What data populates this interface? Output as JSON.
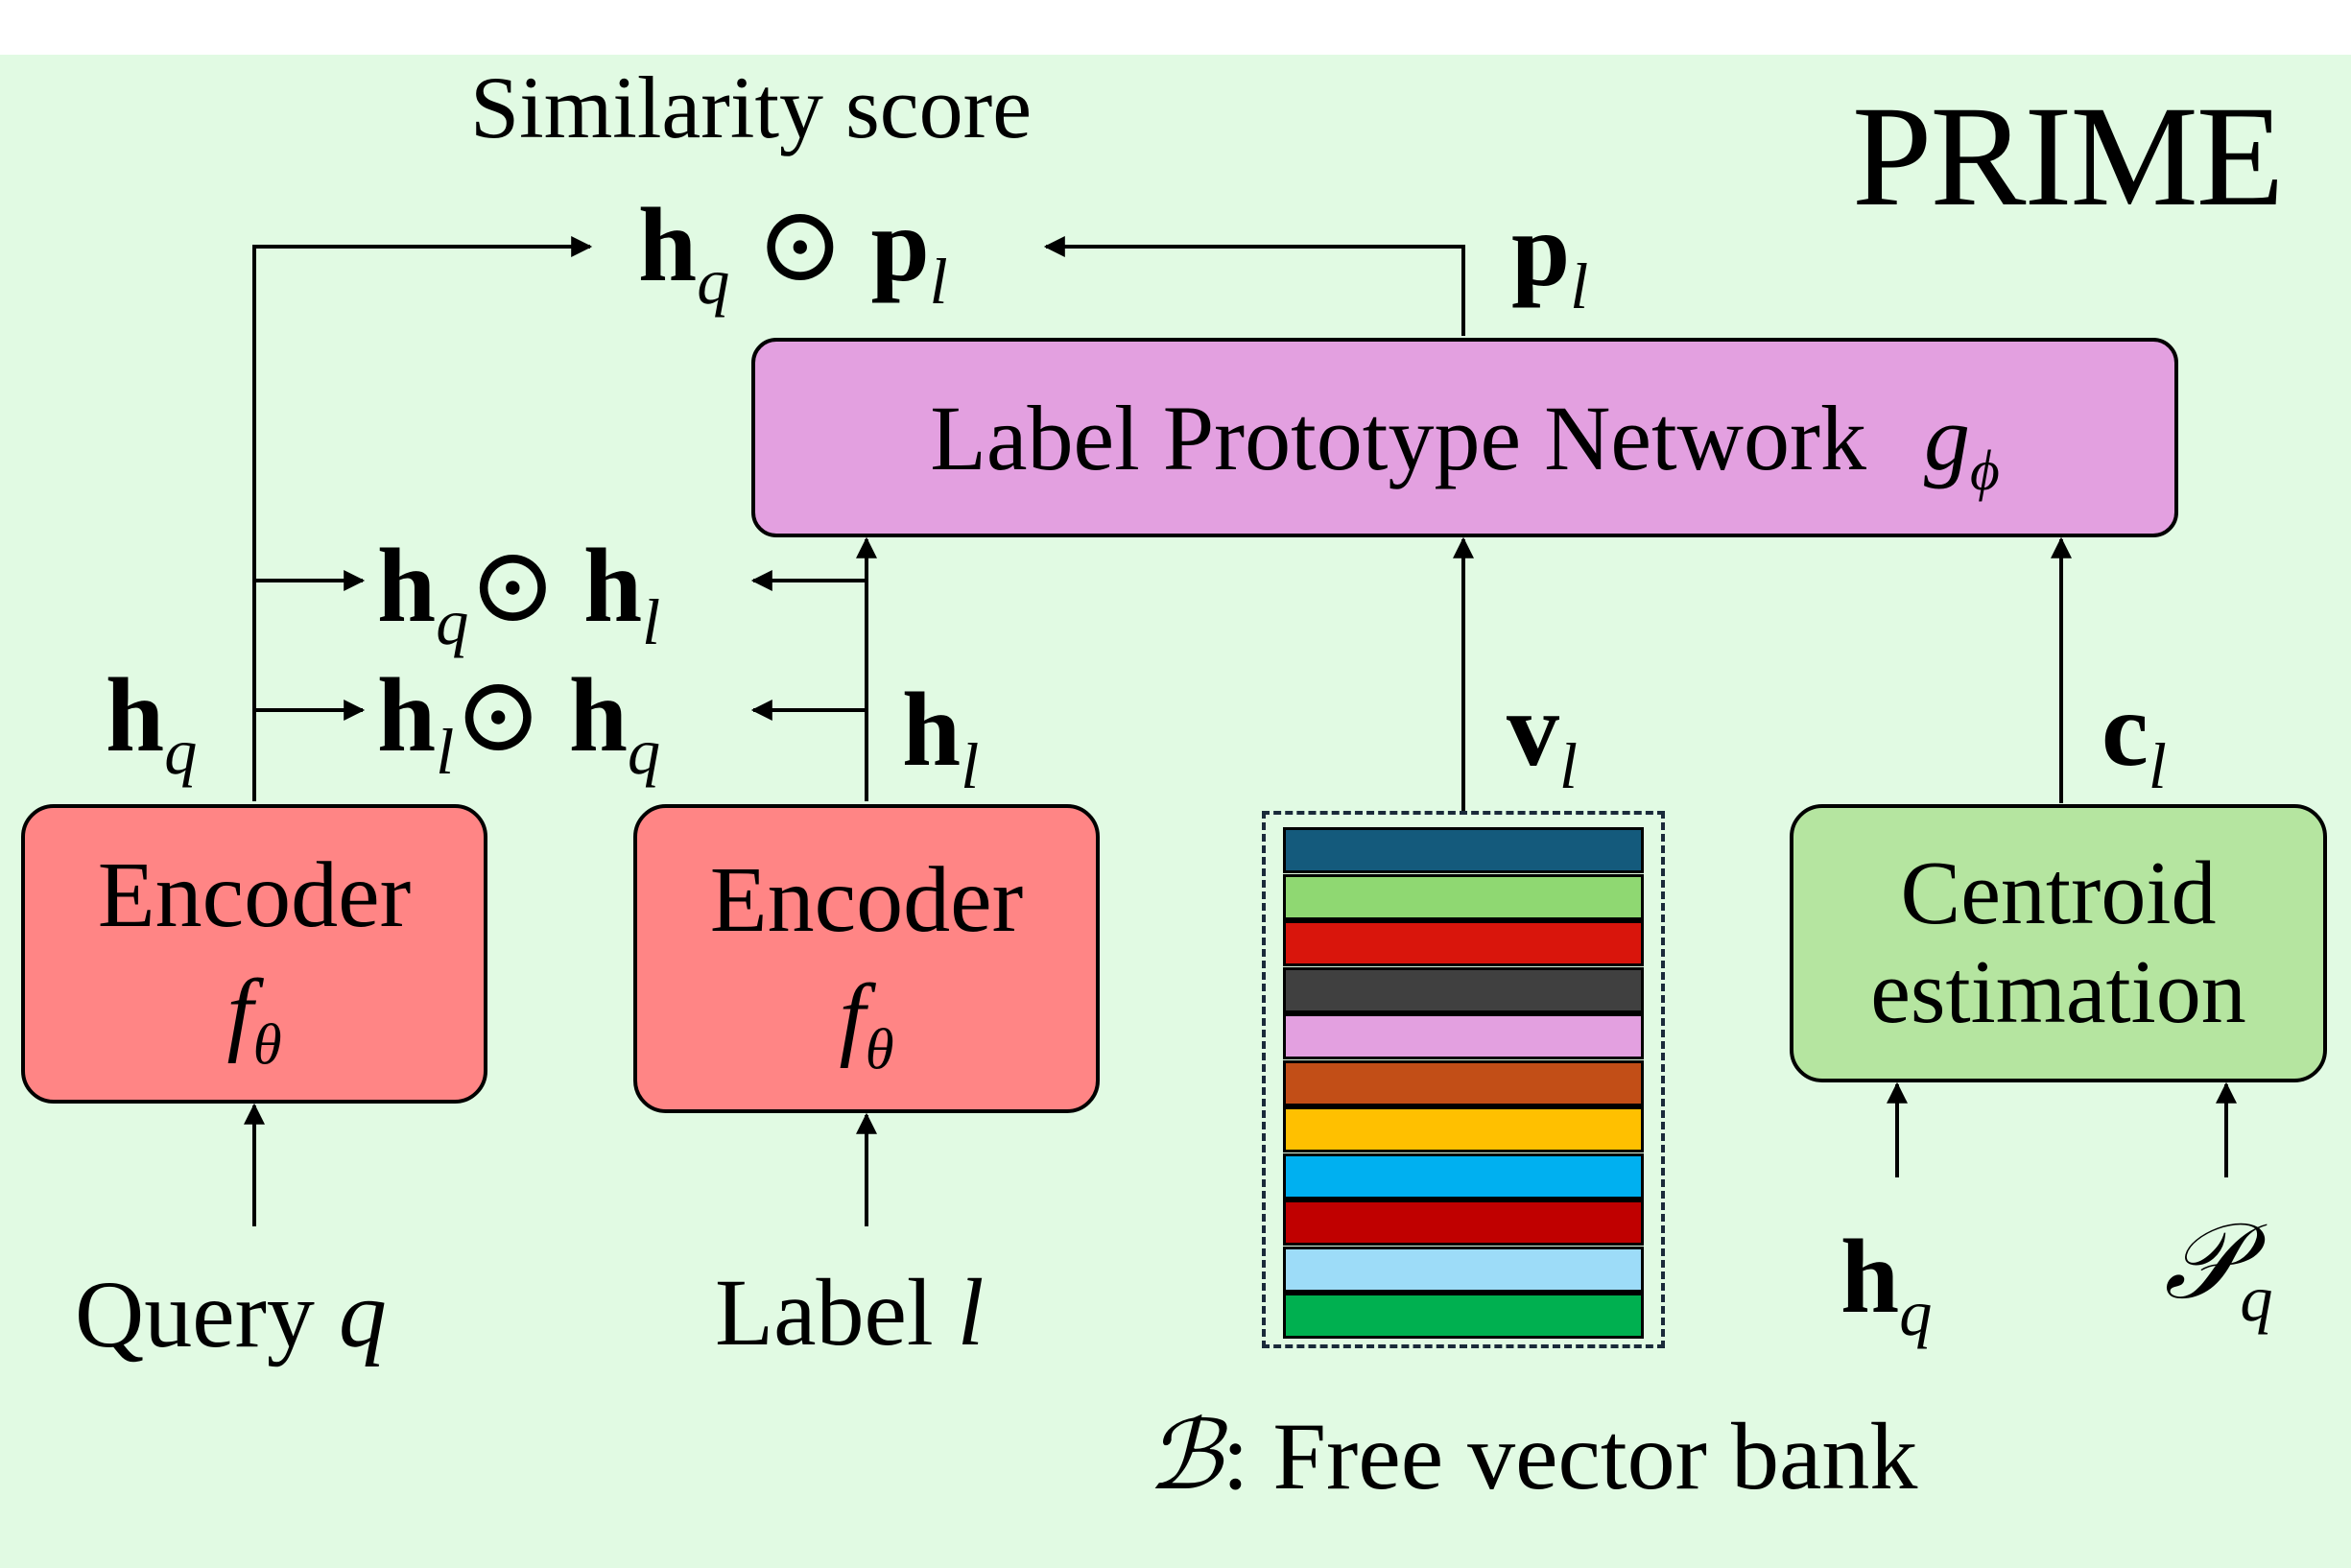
{
  "title": "PRIME",
  "similarity": {
    "label": "Similarity score",
    "expr_left": "h",
    "expr_left_sub": "q",
    "expr_op": "⊙",
    "expr_right": "p",
    "expr_right_sub": "l"
  },
  "p_label": {
    "main": "p",
    "sub": "l"
  },
  "label_prototype_network": {
    "text": "Label Prototype Network",
    "symbol": "g",
    "symbol_sub": "ϕ"
  },
  "interactions": {
    "row1": {
      "a": "h",
      "a_sub": "q",
      "op": "⊙",
      "b": "h",
      "b_sub": "l"
    },
    "row2": {
      "a": "h",
      "a_sub": "l",
      "op": "⊙",
      "b": "h",
      "b_sub": "q"
    }
  },
  "hq_label": {
    "main": "h",
    "sub": "q"
  },
  "hl_label": {
    "main": "h",
    "sub": "l"
  },
  "vl_label": {
    "main": "v",
    "sub": "l"
  },
  "cl_label": {
    "main": "c",
    "sub": "l"
  },
  "encoder_query": {
    "title": "Encoder",
    "symbol": "f",
    "symbol_sub": "θ"
  },
  "encoder_label": {
    "title": "Encoder",
    "symbol": "f",
    "symbol_sub": "θ"
  },
  "centroid": {
    "line1": "Centroid",
    "line2": "estimation"
  },
  "query_input": {
    "text": "Query",
    "var": "q"
  },
  "label_input": {
    "text": "Label",
    "var": "l"
  },
  "centroid_inputs": {
    "h": {
      "main": "h",
      "sub": "q"
    },
    "p": {
      "main": "𝒫",
      "sub": "q"
    }
  },
  "vector_bank": {
    "symbol": "ℬ",
    "caption": ": Free vector bank",
    "stripe_colors": [
      "#145a7c",
      "#8fd872",
      "#d9150c",
      "#404040",
      "#e3a0e0",
      "#c24e17",
      "#ffc000",
      "#00b0f0",
      "#c00000",
      "#9ddcf8",
      "#00b050"
    ]
  }
}
